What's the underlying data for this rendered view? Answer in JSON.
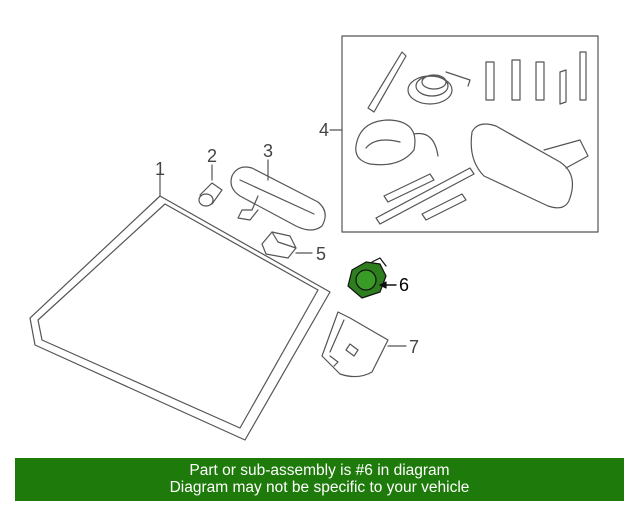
{
  "callouts": {
    "c1": "1",
    "c2": "2",
    "c3": "3",
    "c4": "4",
    "c5": "5",
    "c6": "6",
    "c7": "7"
  },
  "highlight_color": "#2e7d1e",
  "banner": {
    "background": "#1e7a0a",
    "line1": "Part or sub-assembly is #6 in diagram",
    "line2": "Diagram may not be specific to your vehicle"
  }
}
